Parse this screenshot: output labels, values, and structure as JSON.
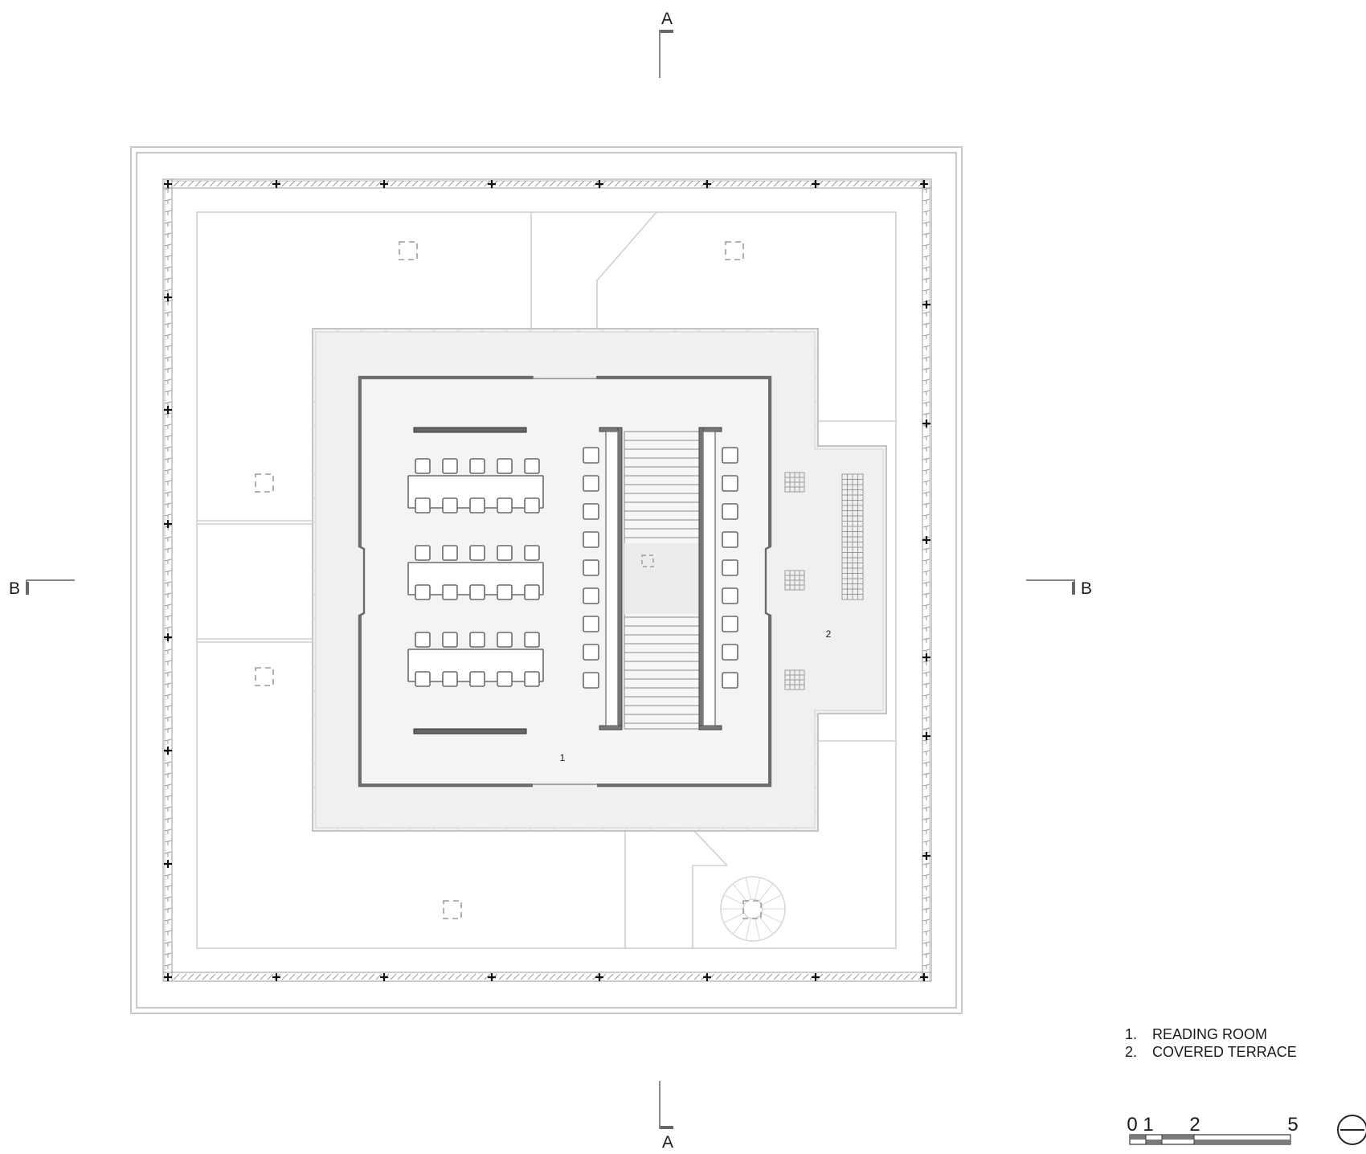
{
  "section_markers": {
    "a_top": "A",
    "a_bottom": "A",
    "b_left": "B",
    "b_right": "B"
  },
  "room_tags": {
    "reading_room": "1",
    "covered_terrace": "2"
  },
  "legend": {
    "items": [
      {
        "number": "1.",
        "label": "READING ROOM"
      },
      {
        "number": "2.",
        "label": "COVERED TERRACE"
      }
    ]
  },
  "scale_bar": {
    "ticks": [
      "0",
      "1",
      "2",
      "5"
    ]
  },
  "north_arrow": {
    "icon": "north-arrow-icon"
  },
  "colors": {
    "line": "#bdbdbd",
    "dark_line": "#555555",
    "slab_fill": "#f0f0f0",
    "text": "#1a1a1a"
  }
}
